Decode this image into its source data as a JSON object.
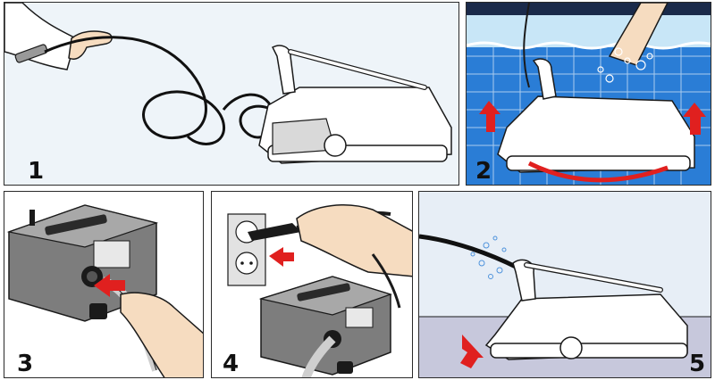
{
  "panels": [
    {
      "id": "p1",
      "number": "1",
      "background": "#eef4f9"
    },
    {
      "id": "p2",
      "number": "2",
      "background": "#2a7dd6"
    },
    {
      "id": "p3",
      "number": "3",
      "background": "#ffffff"
    },
    {
      "id": "p4",
      "number": "4",
      "background": "#ffffff"
    },
    {
      "id": "p5",
      "number": "5",
      "background": "#e7eef6"
    }
  ],
  "colors": {
    "outline": "#1a1a1a",
    "skin": "#f6dcc0",
    "cable": "#111111",
    "arrow_red": "#e0201f",
    "pool_tile": "#78c9ef",
    "pool_floor": "#c7c8dc",
    "control_box": "#7d7d7d"
  },
  "icons": [
    "robot-cleaner-icon",
    "hand-icon",
    "cable-icon",
    "power-socket-icon",
    "arrow-icon",
    "bubbles-icon",
    "control-box-icon"
  ]
}
